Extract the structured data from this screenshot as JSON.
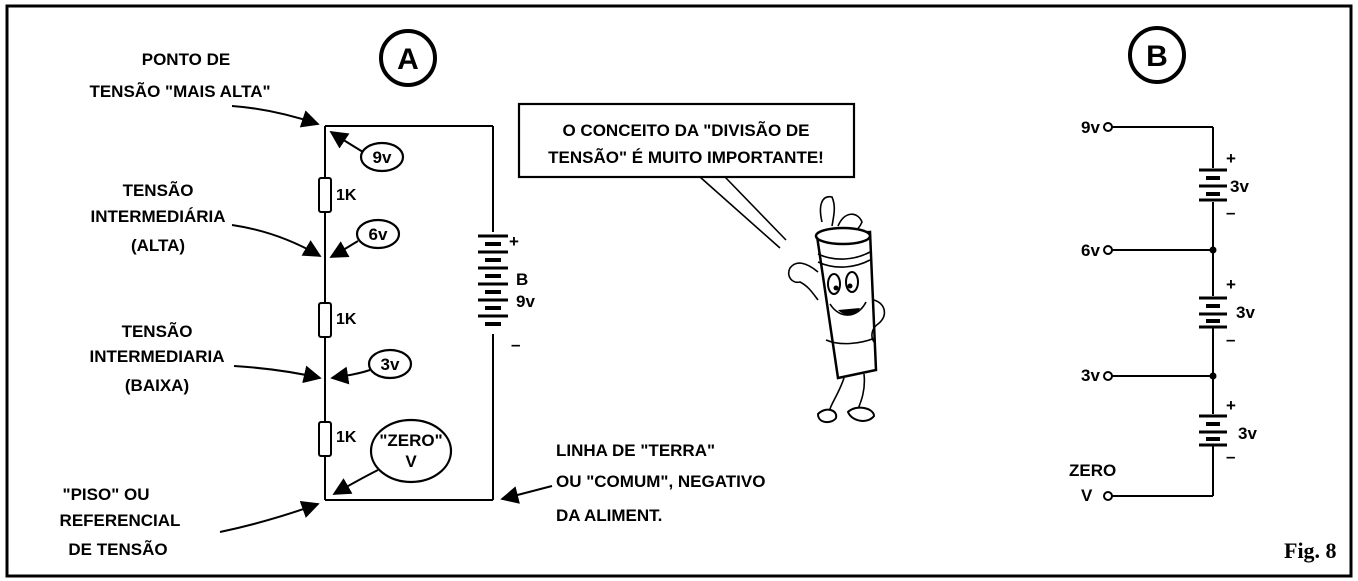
{
  "figure_label": "Fig. 8",
  "panel_a": {
    "badge": "A",
    "labels": {
      "highest_line1": "PONTO DE",
      "highest_line2": "TENSÃO \"MAIS ALTA\"",
      "mid_high_line1": "TENSÃO",
      "mid_high_line2": "INTERMEDIÁRIA",
      "mid_high_line3": "(ALTA)",
      "mid_low_line1": "TENSÃO",
      "mid_low_line2": "INTERMEDIARIA",
      "mid_low_line3": "(BAIXA)",
      "floor_line1": "\"PISO\" OU",
      "floor_line2": "REFERENCIAL",
      "floor_line3": "DE TENSÃO",
      "ground_line1": "LINHA DE \"TERRA\"",
      "ground_line2": "OU \"COMUM\", NEGATIVO",
      "ground_line3": "DA ALIMENT."
    },
    "voltage_bubbles": {
      "v9": "9v",
      "v6": "6v",
      "v3": "3v",
      "zero_line1": "\"ZERO\"",
      "zero_line2": "V"
    },
    "resistors": {
      "r1": "1K",
      "r2": "1K",
      "r3": "1K"
    },
    "battery": {
      "name": "B",
      "voltage": "9v",
      "plus": "+",
      "minus": "–"
    }
  },
  "speech_bubble": {
    "line1": "O CONCEITO DA \"DIVISÃO DE",
    "line2": "TENSÃO\" É MUITO IMPORTANTE!"
  },
  "panel_b": {
    "badge": "B",
    "terminals": {
      "t9": "9v",
      "t6": "6v",
      "t3": "3v",
      "zero_line1": "ZERO",
      "zero_line2": "V"
    },
    "cells": {
      "c1": "3v",
      "c2": "3v",
      "c3": "3v",
      "plus": "+",
      "minus": "–"
    }
  }
}
